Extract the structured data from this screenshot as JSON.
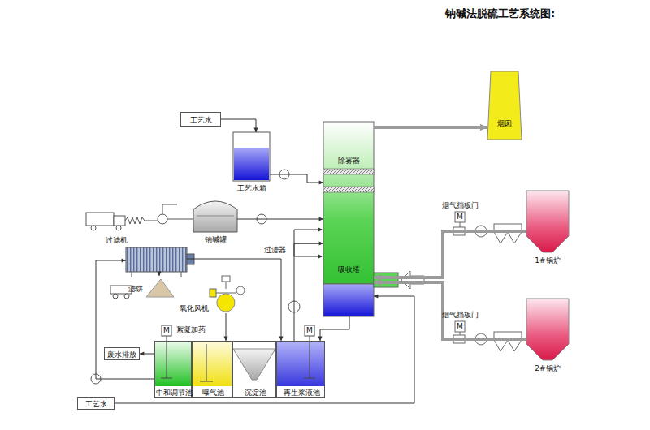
{
  "diagram": {
    "title": "钠碱法脱硫工艺系统图:",
    "nodes": [
      {
        "text": [
          "工艺水"
        ]
      },
      {
        "text": [
          "工艺水箱"
        ]
      },
      {
        "text": [
          "钠碱罐"
        ]
      },
      {
        "text": [
          "除雾器",
          "吸收塔"
        ]
      },
      {
        "text": [
          "烟囱"
        ]
      },
      {
        "text": [
          "1#锅炉"
        ]
      },
      {
        "text": [
          "2#锅炉"
        ]
      },
      {
        "text": [
          "过滤机"
        ]
      },
      {
        "text": [
          "滤饼"
        ]
      },
      {
        "text": [
          "氧化风机"
        ]
      },
      {
        "text": [
          "废水排放"
        ]
      },
      {
        "text": [
          "中和调节池"
        ]
      },
      {
        "text": [
          "曝气池"
        ]
      },
      {
        "text": [
          "沉淀池"
        ]
      },
      {
        "text": [
          "再生浆液池"
        ]
      },
      {
        "text": [
          "工艺水"
        ]
      }
    ],
    "edges": [
      {
        "from": 0,
        "to": 1,
        "arrow": "to"
      },
      {
        "from": 1,
        "to": 3,
        "arrow": "to"
      },
      {
        "from": 2,
        "to": 3,
        "arrow": "to"
      },
      {
        "from": 14,
        "to": 3,
        "arrow": "to"
      },
      {
        "from": 3,
        "to": 14,
        "arrow": "to"
      },
      {
        "from": 5,
        "to": 3,
        "arrow": "to"
      },
      {
        "from": 6,
        "to": 3,
        "arrow": "to"
      },
      {
        "from": 3,
        "to": 4,
        "arrow": "to"
      },
      {
        "from": 7,
        "to": 14,
        "arrow": "to"
      },
      {
        "from": 11,
        "to": 7,
        "arrow": "to"
      },
      {
        "from": 7,
        "to": 8,
        "arrow": "to"
      },
      {
        "from": 11,
        "to": 10,
        "arrow": "to"
      },
      {
        "from": 9,
        "to": 12,
        "arrow": "to"
      },
      {
        "from": 15,
        "to": 3,
        "arrow": "to"
      }
    ],
    "labels": [
      "过滤器",
      "烟气挡板门",
      "M",
      "烟气挡板门",
      "M",
      "M",
      "M",
      "絮凝加药"
    ]
  }
}
